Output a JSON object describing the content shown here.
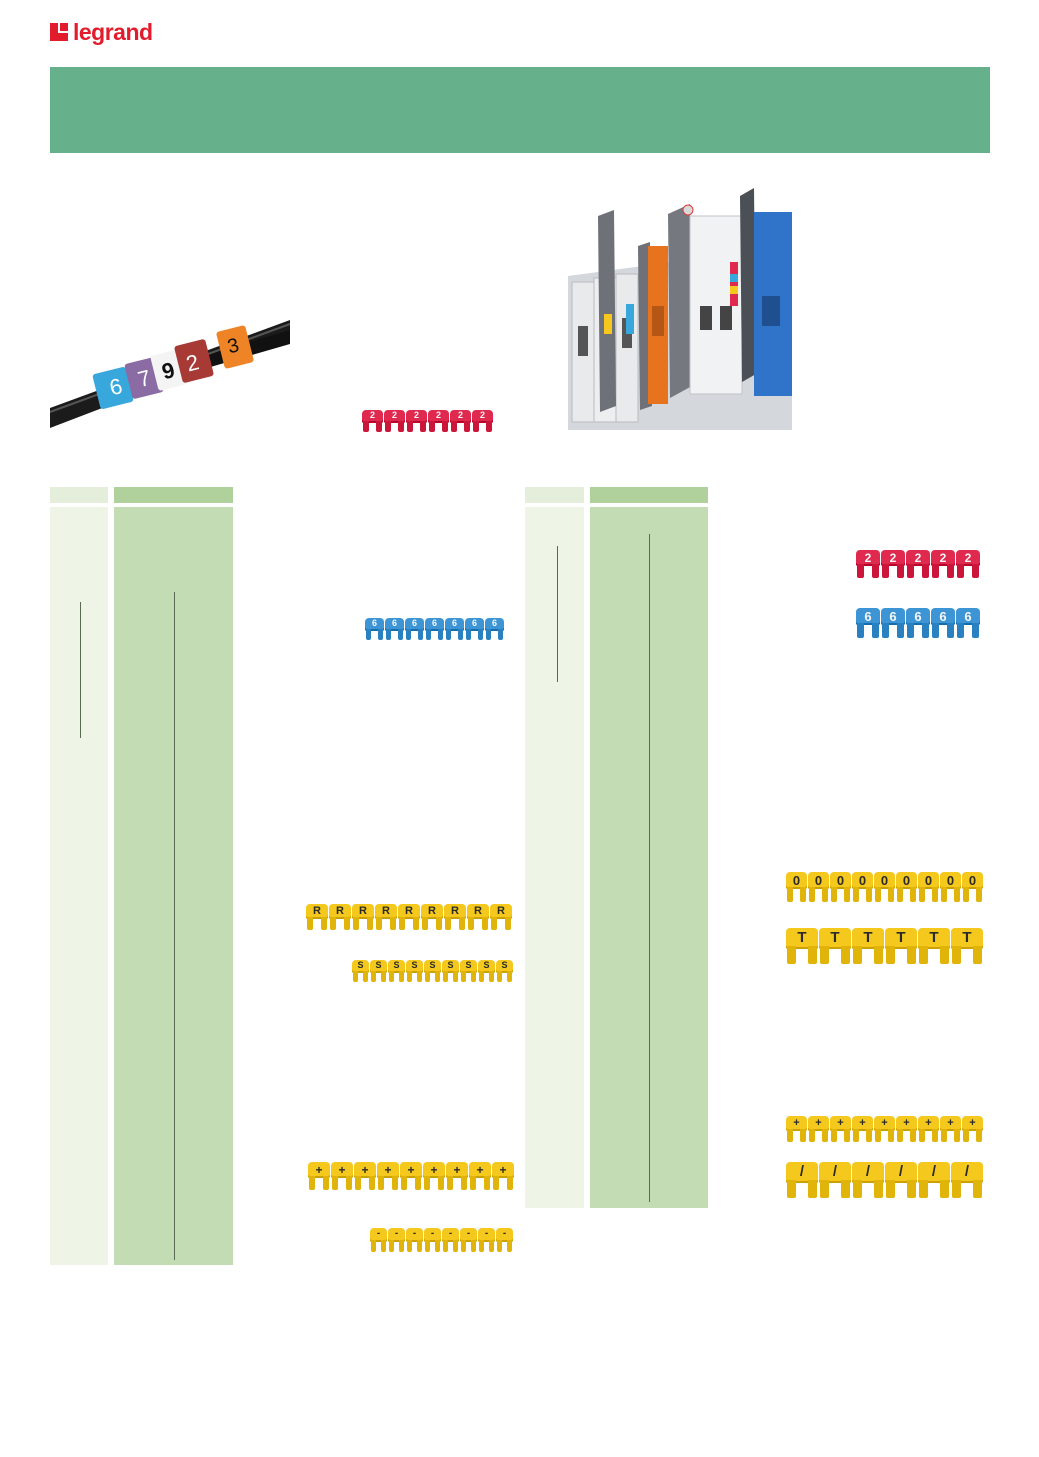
{
  "brand": {
    "name": "legrand",
    "logo_color": "#e21c2c"
  },
  "banner": {
    "color": "#67b08c"
  },
  "photos": {
    "cable_markers": [
      "6",
      "7",
      "9",
      "2",
      "3"
    ]
  },
  "marker_strips": [
    {
      "symbol": "2",
      "color": "#e0294f"
    },
    {
      "symbol": "6",
      "color": "#3d95d6"
    },
    {
      "symbol": "R",
      "color": "#f4c81c"
    },
    {
      "symbol": "S",
      "color": "#f4c81c"
    },
    {
      "symbol": "+",
      "color": "#f4c81c"
    },
    {
      "symbol": "-",
      "color": "#f4c81c"
    },
    {
      "symbol": "2",
      "color": "#e0294f"
    },
    {
      "symbol": "6",
      "color": "#3d95d6"
    },
    {
      "symbol": "0",
      "color": "#f4c81c"
    },
    {
      "symbol": "T",
      "color": "#f4c81c"
    },
    {
      "symbol": "+",
      "color": "#f4c81c"
    },
    {
      "symbol": "/",
      "color": "#f4c81c"
    }
  ]
}
